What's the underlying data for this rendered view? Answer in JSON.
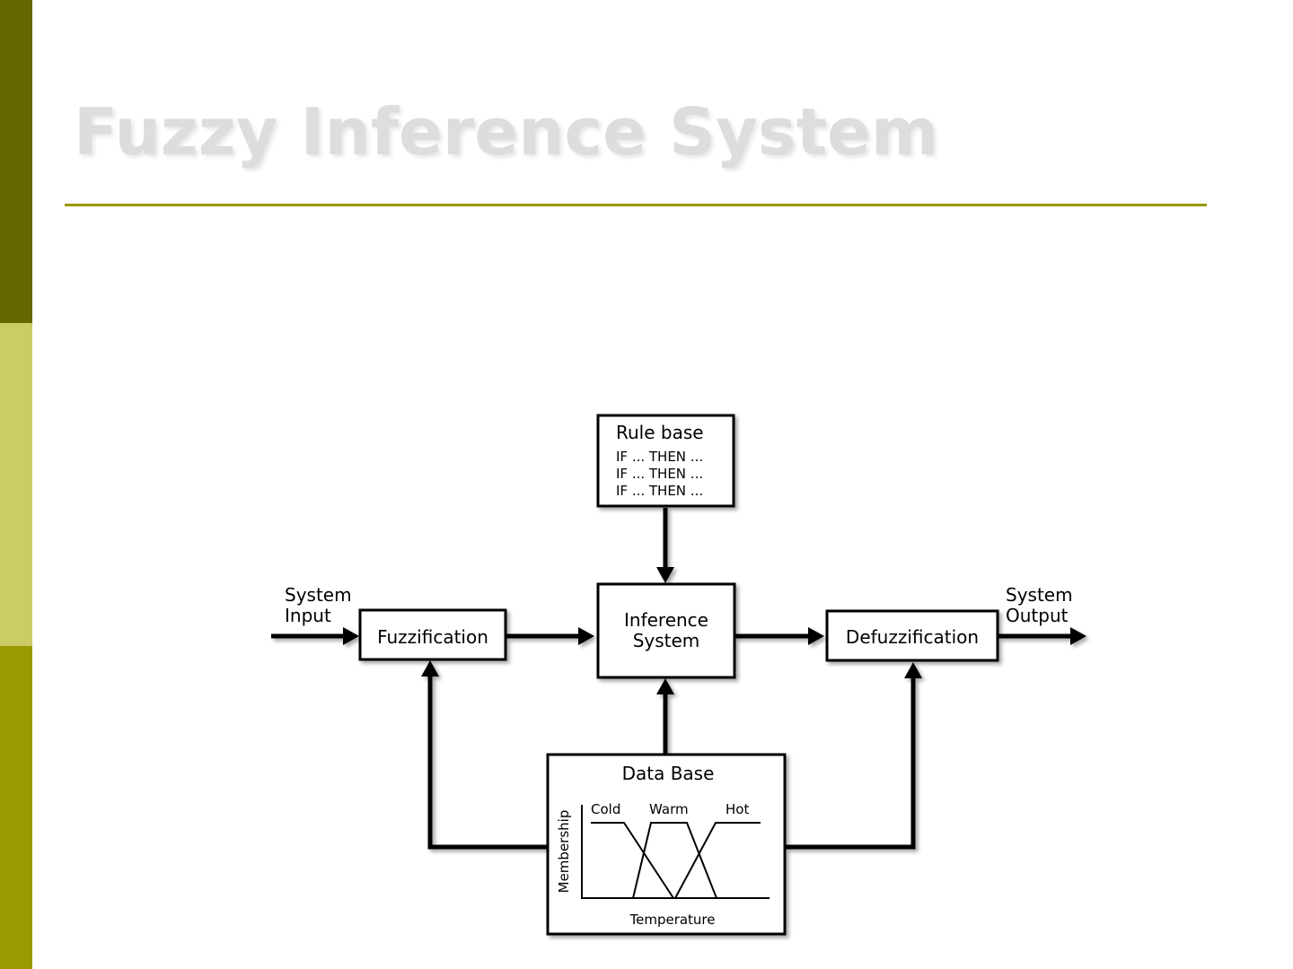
{
  "slide": {
    "title": "Fuzzy Inference System"
  },
  "theme": {
    "sidebar_colors": [
      "#666600",
      "#cccc66",
      "#999900"
    ],
    "rule_color": "#999900",
    "title_color": "#dddddd"
  },
  "diagram": {
    "system_input": [
      "System",
      "Input"
    ],
    "system_output": [
      "System",
      "Output"
    ],
    "fuzzification": "Fuzzification",
    "defuzzification": "Defuzzification",
    "inference_system": [
      "Inference",
      "System"
    ],
    "rule_base": {
      "title": "Rule base",
      "rules": [
        "IF ... THEN ...",
        "IF ... THEN ...",
        "IF ... THEN ..."
      ]
    },
    "data_base": {
      "title": "Data Base",
      "y_label": "Membership",
      "x_label": "Temperature",
      "sets": [
        "Cold",
        "Warm",
        "Hot"
      ]
    }
  }
}
